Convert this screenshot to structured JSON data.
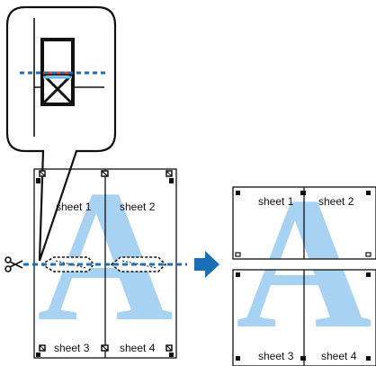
{
  "colors": {
    "outline": "#111111",
    "cut_line": "#1f6fb3",
    "arrow": "#1a6fb6",
    "watermark_letter": "#a8d2f2",
    "zoom_red": "#e0442a",
    "zoom_blue": "#6bb7e6"
  },
  "watermark": {
    "letter": "A"
  },
  "before": {
    "sheet_labels": [
      "sheet 1",
      "sheet 2",
      "sheet 3",
      "sheet 4"
    ]
  },
  "after": {
    "sheet_labels": [
      "sheet 1",
      "sheet 2",
      "sheet 3",
      "sheet 4"
    ]
  },
  "icons": {
    "scissors": "scissors-icon",
    "arrow": "right-arrow-icon",
    "corner_mark": "crop-mark-icon"
  }
}
